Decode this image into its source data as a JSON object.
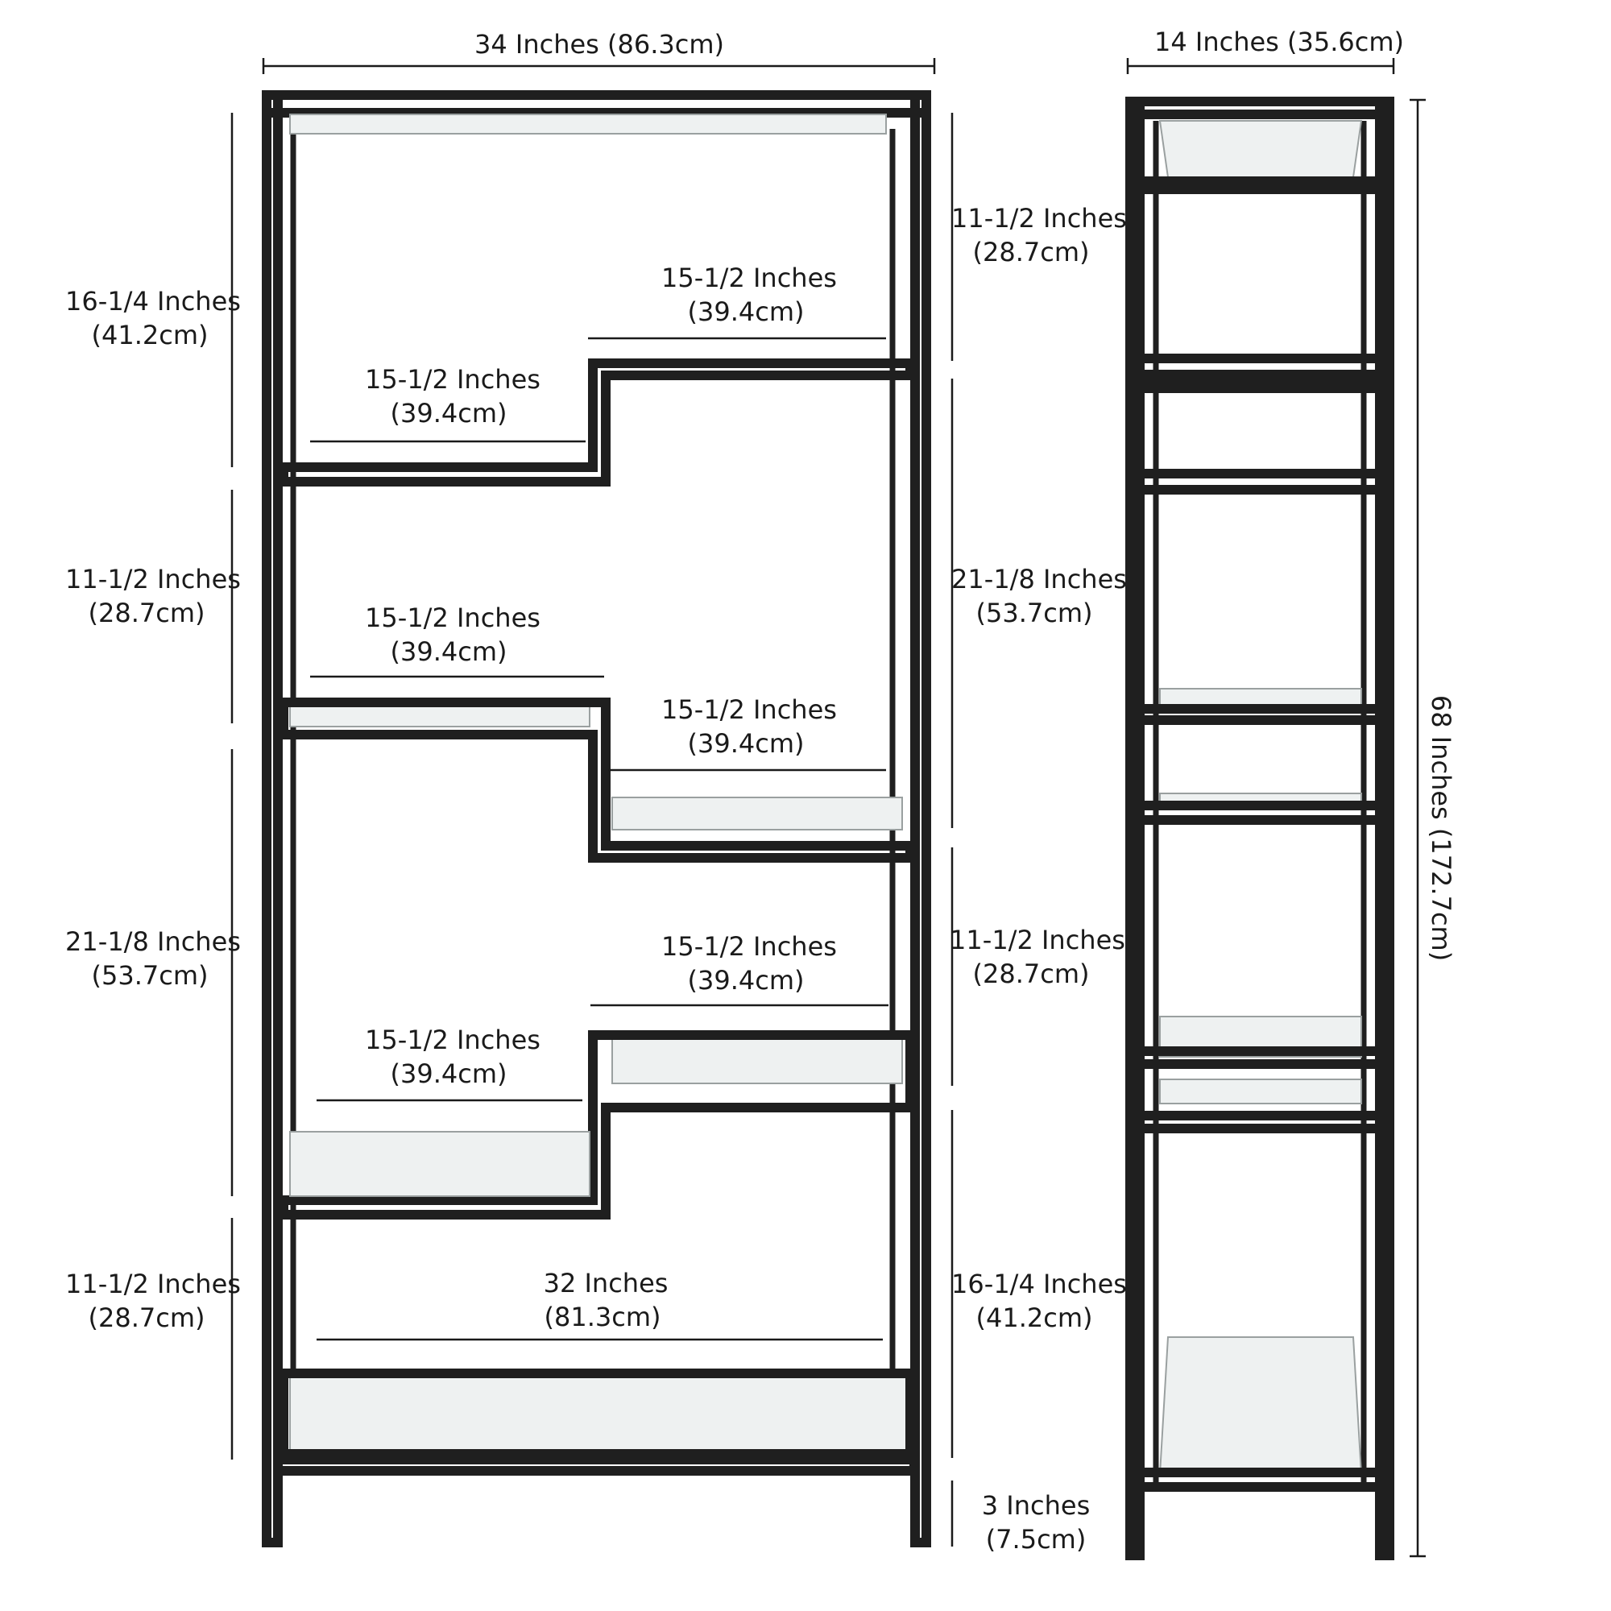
{
  "front_view": {
    "overall_width": "34 Inches (86.3cm)",
    "left_dims": [
      {
        "line1": "16-1/4 Inches",
        "line2": "(41.2cm)"
      },
      {
        "line1": "11-1/2 Inches",
        "line2": "(28.7cm)"
      },
      {
        "line1": "21-1/8 Inches",
        "line2": "(53.7cm)"
      },
      {
        "line1": "11-1/2 Inches",
        "line2": "(28.7cm)"
      }
    ],
    "right_dims": [
      {
        "line1": "11-1/2 Inches",
        "line2": "(28.7cm)"
      },
      {
        "line1": "21-1/8 Inches",
        "line2": "(53.7cm)"
      },
      {
        "line1": "11-1/2 Inches",
        "line2": "(28.7cm)"
      },
      {
        "line1": "16-1/4 Inches",
        "line2": "(41.2cm)"
      },
      {
        "line1": "3 Inches",
        "line2": "(7.5cm)"
      }
    ],
    "shelf_widths": [
      {
        "line1": "15-1/2 Inches",
        "line2": "(39.4cm)"
      },
      {
        "line1": "15-1/2 Inches",
        "line2": "(39.4cm)"
      },
      {
        "line1": "15-1/2 Inches",
        "line2": "(39.4cm)"
      },
      {
        "line1": "15-1/2 Inches",
        "line2": "(39.4cm)"
      },
      {
        "line1": "15-1/2 Inches",
        "line2": "(39.4cm)"
      },
      {
        "line1": "15-1/2 Inches",
        "line2": "(39.4cm)"
      },
      {
        "line1": "32 Inches",
        "line2": "(81.3cm)"
      }
    ]
  },
  "side_view": {
    "depth": "14 Inches (35.6cm)",
    "height": "68 Inches (172.7cm)"
  }
}
